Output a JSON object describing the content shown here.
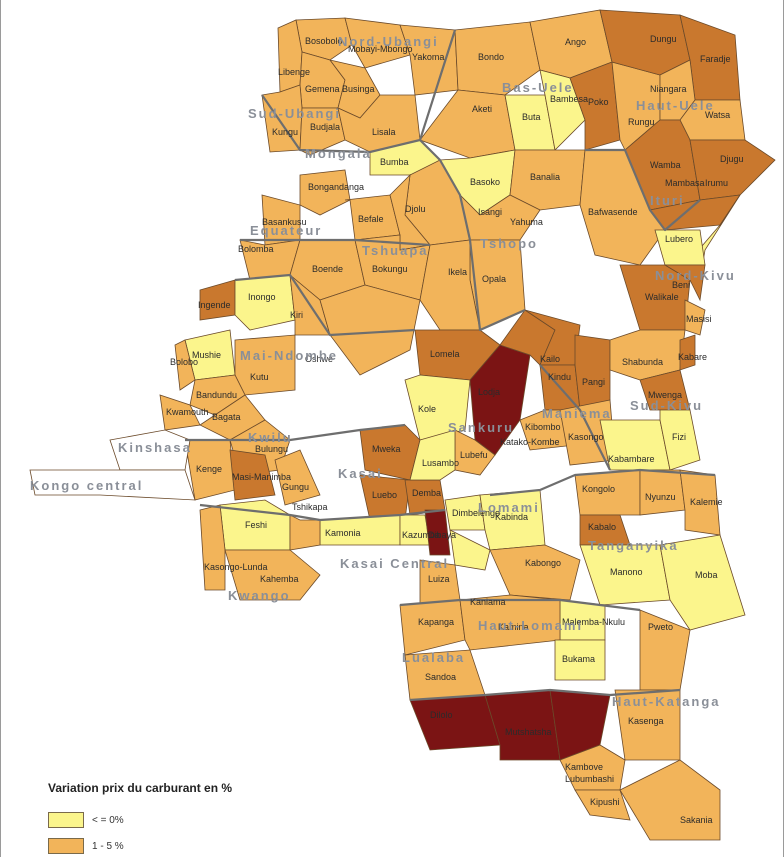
{
  "colors": {
    "le0": "#fbf58c",
    "p1_5": "#f2b45a",
    "p5_10": "#c9782e",
    "p10": "#7b1414",
    "nodata": "#ffffff"
  },
  "legend": {
    "title": "Variation prix du carburant en %",
    "items": [
      {
        "label": "< = 0%",
        "color": "#fbf58c"
      },
      {
        "label": "1 - 5 %",
        "color": "#f2b45a"
      }
    ]
  },
  "provinces": [
    "Nord-Ubangi",
    "Sud-Ubangi",
    "Bas-Uele",
    "Haut-Uele",
    "Mongala",
    "Equateur",
    "Tshuapa",
    "Tshopo",
    "Ituri",
    "Nord-Kivu",
    "Sud-Kivu",
    "Mai-Ndombe",
    "Kinshasa",
    "Kongo central",
    "Kwilu",
    "Kwango",
    "Kasai",
    "Kasai Central",
    "Sankuru",
    "Maniema",
    "Lomami",
    "Tanganyika",
    "Haut-Lomami",
    "Lualaba",
    "Haut-Katanga"
  ],
  "territories": [
    "Bosobolo",
    "Mobayi-Mbongo",
    "Yakoma",
    "Libenge",
    "Gemena",
    "Businga",
    "Kungu",
    "Budjala",
    "Lisala",
    "Bondo",
    "Ango",
    "Aketi",
    "Buta",
    "Bambesa",
    "Poko",
    "Rungu",
    "Dungu",
    "Faradje",
    "Niangara",
    "Watsa",
    "Wamba",
    "Djugu",
    "Mambasa",
    "Irumu",
    "Basoko",
    "Banalia",
    "Bumba",
    "Bafwasende",
    "Bongandanga",
    "Basankusu",
    "Befale",
    "Djolu",
    "Isangi",
    "Yahuma",
    "Lubero",
    "Bolomba",
    "Boende",
    "Bokungu",
    "Ikela",
    "Opala",
    "Walikale",
    "Beni",
    "Masisi",
    "Ingende",
    "Inongo",
    "Kiri",
    "Mushie",
    "Kutu",
    "Oshwe",
    "Lomela",
    "Kailo",
    "Kindu",
    "Pangi",
    "Shabunda",
    "Mwenga",
    "Kabare",
    "Bolobo",
    "Bandundu",
    "Kwamouth",
    "Bagata",
    "Kole",
    "Lodja",
    "Lubefu",
    "Katako-Kombe",
    "Kasongo",
    "Kibombo",
    "Fizi",
    "Kabambare",
    "Kenge",
    "Bulungu",
    "Masi-Manimba",
    "Gungu",
    "Mweka",
    "Lusambo",
    "Luebo",
    "Demba",
    "Dibaya",
    "Dimbelenge",
    "Kabinda",
    "Kongolo",
    "Nyunzu",
    "Kalemie",
    "Kabalo",
    "Feshi",
    "Kamonia",
    "Tshikapa",
    "Kazumba",
    "Kasongo-Lunda",
    "Kahemba",
    "Manono",
    "Moba",
    "Luiza",
    "Kabongo",
    "Kaniama",
    "Malemba-Nkulu",
    "Pweto",
    "Kapanga",
    "Kamina",
    "Bukama",
    "Sandoa",
    "Kasenga",
    "Dilolo",
    "Mutshatsha",
    "Kambove",
    "Lubumbashi",
    "Kipushi",
    "Sakania"
  ]
}
